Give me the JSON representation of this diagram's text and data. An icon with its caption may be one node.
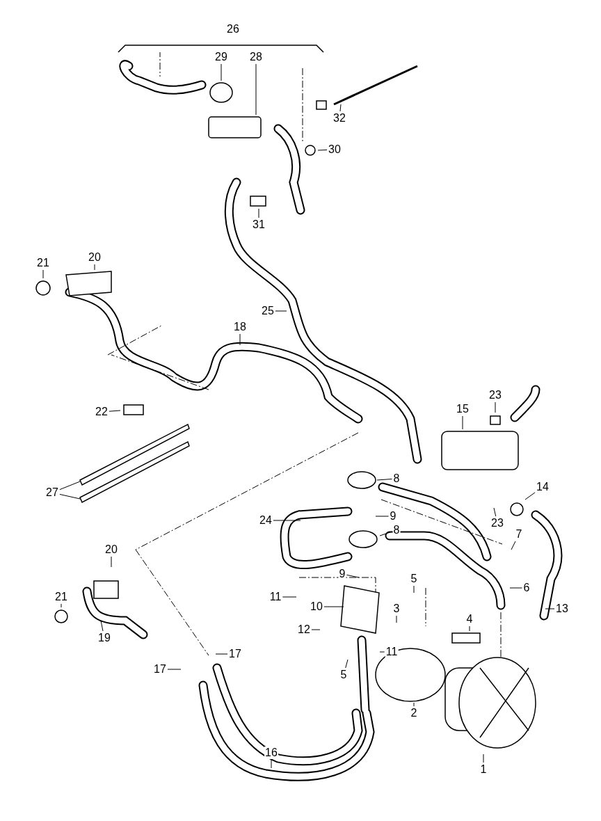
{
  "diagram": {
    "nodes": [
      {
        "text": [
          "29"
        ]
      },
      {
        "text": [
          "28"
        ]
      },
      {
        "text": [
          "32"
        ]
      },
      {
        "text": [
          "30"
        ]
      },
      {
        "text": [
          "31"
        ]
      },
      {
        "text": [
          "20"
        ]
      },
      {
        "text": [
          "21"
        ]
      },
      {
        "text": [
          "25"
        ]
      },
      {
        "text": [
          "18"
        ]
      },
      {
        "text": [
          "23"
        ]
      },
      {
        "text": [
          "15"
        ]
      },
      {
        "text": [
          "22"
        ]
      },
      {
        "text": [
          "8"
        ]
      },
      {
        "text": [
          "14"
        ]
      },
      {
        "text": [
          "27"
        ]
      },
      {
        "text": [
          "9"
        ]
      },
      {
        "text": [
          "23"
        ]
      },
      {
        "text": [
          "24"
        ]
      },
      {
        "text": [
          "8"
        ]
      },
      {
        "text": [
          "7"
        ]
      },
      {
        "text": [
          "20"
        ]
      },
      {
        "text": [
          "9"
        ]
      },
      {
        "text": [
          "5"
        ]
      },
      {
        "text": [
          "6"
        ]
      },
      {
        "text": [
          "21"
        ]
      },
      {
        "text": [
          "11"
        ]
      },
      {
        "text": [
          "10"
        ]
      },
      {
        "text": [
          "3"
        ]
      },
      {
        "text": [
          "13"
        ]
      },
      {
        "text": [
          "4"
        ]
      },
      {
        "text": [
          "12"
        ]
      },
      {
        "text": [
          "19"
        ]
      },
      {
        "text": [
          "17"
        ]
      },
      {
        "text": [
          "11"
        ]
      },
      {
        "text": [
          "17"
        ]
      },
      {
        "text": [
          "5"
        ]
      },
      {
        "text": [
          "2"
        ]
      },
      {
        "text": [
          "16"
        ]
      },
      {
        "text": [
          "1"
        ]
      },
      {
        "text": [
          "26"
        ]
      }
    ],
    "edges": [
      {
        "from": 0,
        "to": null,
        "arrow": "none"
      },
      {
        "from": 1,
        "to": null,
        "arrow": "none"
      },
      {
        "from": 2,
        "to": null,
        "arrow": "none"
      },
      {
        "from": 3,
        "to": null,
        "arrow": "none"
      },
      {
        "from": 4,
        "to": null,
        "arrow": "none"
      },
      {
        "from": 5,
        "to": null,
        "arrow": "none"
      },
      {
        "from": 6,
        "to": null,
        "arrow": "none"
      },
      {
        "from": 7,
        "to": null,
        "arrow": "none"
      },
      {
        "from": 8,
        "to": null,
        "arrow": "none"
      },
      {
        "from": 9,
        "to": null,
        "arrow": "none"
      },
      {
        "from": 10,
        "to": null,
        "arrow": "none"
      },
      {
        "from": 11,
        "to": null,
        "arrow": "none"
      },
      {
        "from": 12,
        "to": null,
        "arrow": "none"
      },
      {
        "from": 13,
        "to": null,
        "arrow": "none"
      },
      {
        "from": 14,
        "to": null,
        "arrow": "none"
      },
      {
        "from": 14,
        "to": null,
        "arrow": "none"
      },
      {
        "from": 15,
        "to": null,
        "arrow": "none"
      },
      {
        "from": 16,
        "to": null,
        "arrow": "none"
      },
      {
        "from": 17,
        "to": null,
        "arrow": "none"
      },
      {
        "from": 18,
        "to": null,
        "arrow": "none"
      },
      {
        "from": 19,
        "to": null,
        "arrow": "none"
      },
      {
        "from": 20,
        "to": null,
        "arrow": "none"
      },
      {
        "from": 21,
        "to": null,
        "arrow": "none"
      },
      {
        "from": 22,
        "to": null,
        "arrow": "none"
      },
      {
        "from": 23,
        "to": null,
        "arrow": "none"
      },
      {
        "from": 24,
        "to": null,
        "arrow": "none"
      },
      {
        "from": 25,
        "to": null,
        "arrow": "none"
      },
      {
        "from": 26,
        "to": null,
        "arrow": "none"
      },
      {
        "from": 27,
        "to": null,
        "arrow": "none"
      },
      {
        "from": 28,
        "to": null,
        "arrow": "none"
      },
      {
        "from": 29,
        "to": null,
        "arrow": "none"
      },
      {
        "from": 30,
        "to": null,
        "arrow": "none"
      },
      {
        "from": 31,
        "to": null,
        "arrow": "none"
      },
      {
        "from": 32,
        "to": null,
        "arrow": "none"
      },
      {
        "from": 33,
        "to": null,
        "arrow": "none"
      },
      {
        "from": 34,
        "to": null,
        "arrow": "none"
      },
      {
        "from": 35,
        "to": null,
        "arrow": "none"
      },
      {
        "from": 36,
        "to": null,
        "arrow": "none"
      },
      {
        "from": 37,
        "to": null,
        "arrow": "none"
      },
      {
        "from": 38,
        "to": null,
        "arrow": "none"
      }
    ]
  }
}
